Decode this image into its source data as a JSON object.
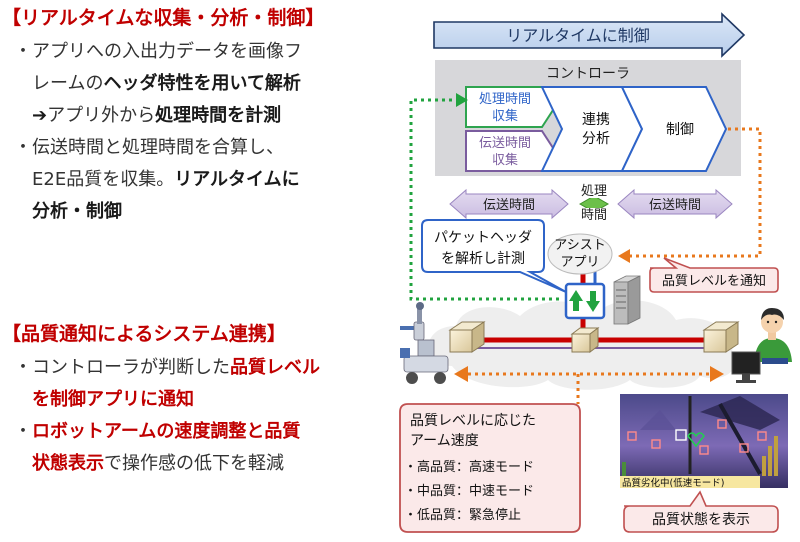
{
  "left": {
    "section1": {
      "title": "【リアルタイムな収集・分析・制御】",
      "b1": {
        "dot": "・",
        "p1": "アプリへの入出力データを画像フ",
        "p2": "レームの",
        "p3": "ヘッダ特性を用いて解析"
      },
      "b1_sub": {
        "arrow": "➔",
        "p1": "アプリ外から",
        "p2": "処理時間を計測"
      },
      "b2": {
        "dot": "・",
        "p1": "伝送時間と処理時間を合算し、",
        "p2": "E2E品質を収集。",
        "p3": "リアルタイムに",
        "p4": "分析・制御"
      }
    },
    "section2": {
      "title": "【品質通知によるシステム連携】",
      "b1": {
        "dot": "・",
        "p1": "コントローラが判断した",
        "p2": "品質レベル",
        "p3": "を制御アプリに通知"
      },
      "b2": {
        "dot": "・",
        "p1": "ロボットアームの速度調整と品質",
        "p2": "状態表示",
        "p3": "で操作感の低下を軽減"
      }
    }
  },
  "diagram": {
    "realtime_arrow": "リアルタイムに制御",
    "controller_label": "コントローラ",
    "chev_collect": [
      "処理時間",
      "収集"
    ],
    "chev_transfer": [
      "伝送時間",
      "収集"
    ],
    "chev_analyze": [
      "連携",
      "分析"
    ],
    "chev_control": "制御",
    "trans_left": "伝送時間",
    "processing": [
      "処理",
      "時間"
    ],
    "trans_right": "伝送時間",
    "callout_packet": [
      "パケットヘッダ",
      "を解析し計測"
    ],
    "assist_app": [
      "アシスト",
      "アプリ"
    ],
    "callout_notify": "品質レベルを通知",
    "callout_speed": {
      "title": [
        "品質レベルに応じた",
        "アーム速度"
      ],
      "items": [
        "・高品質：高速モード",
        "・中品質：中速モード",
        "・低品質：緊急停止"
      ]
    },
    "screen_caption": "品質劣化中(低速モード)",
    "callout_state": "品質状態を表示"
  },
  "colors": {
    "red_text": "#c00000",
    "green_dotted": "#21a33f",
    "orange_dotted": "#e8781d",
    "chev_green": "#2ea44f",
    "chev_purple": "#7a5c9e",
    "chev_blue": "#2f64c8",
    "callout_fill": "#fbe9e9",
    "callout_border": "#c05050"
  }
}
